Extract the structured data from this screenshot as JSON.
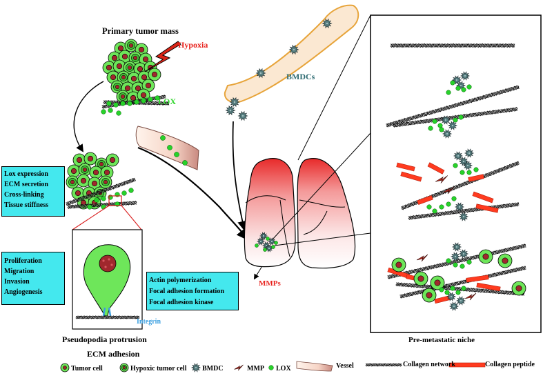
{
  "labels": {
    "primary_tumor": "Primary tumor mass",
    "hypoxia": "Hypoxia",
    "lox": "LOX",
    "bmdcs": "BMDCs",
    "mmps": "MMPs",
    "integrin": "Integrin",
    "pseudopodia": "Pseudopodia protrusion",
    "ecm_adhesion": "ECM adhesion",
    "pre_metastatic": "Pre-metastatic niche"
  },
  "box_ecm": [
    "Lox expression",
    "ECM secretion",
    "Cross-linking",
    "Tissue stiffness"
  ],
  "box_prolif": [
    "Proliferation",
    "Migration",
    "Invasion",
    "Angiogenesis"
  ],
  "box_actin": [
    "Actin polymerization",
    "Focal adhesion formation",
    "Focal adhesion kinase"
  ],
  "legend": [
    {
      "icon": "tumor-cell-icon",
      "label": "Tumor cell"
    },
    {
      "icon": "hypoxic-tumor-cell-icon",
      "label": "Hypoxic tumor cell"
    },
    {
      "icon": "bmdc-icon",
      "label": "BMDC"
    },
    {
      "icon": "mmp-icon",
      "label": "MMP"
    },
    {
      "icon": "lox-icon",
      "label": "LOX"
    },
    {
      "icon": "vessel-icon",
      "label": "Vessel"
    },
    {
      "icon": "collagen-network-icon",
      "label": "Collagen network"
    },
    {
      "icon": "collagen-peptide-icon",
      "label": "Collagen peptide"
    }
  ],
  "colors": {
    "cell_fill": "#6ee65a",
    "nucleus": "#a0282d",
    "lox": "#27d22a",
    "box_fill": "#44e8ee",
    "bmdc": "#5c8a8c",
    "peptide": "#ff3b1f",
    "hypoxia_text": "#e8231e",
    "lox_text": "#2ed52a",
    "bmdc_text": "#2e6b72",
    "mmp_text": "#e8231e",
    "integrin_text": "#3a9fe0"
  }
}
